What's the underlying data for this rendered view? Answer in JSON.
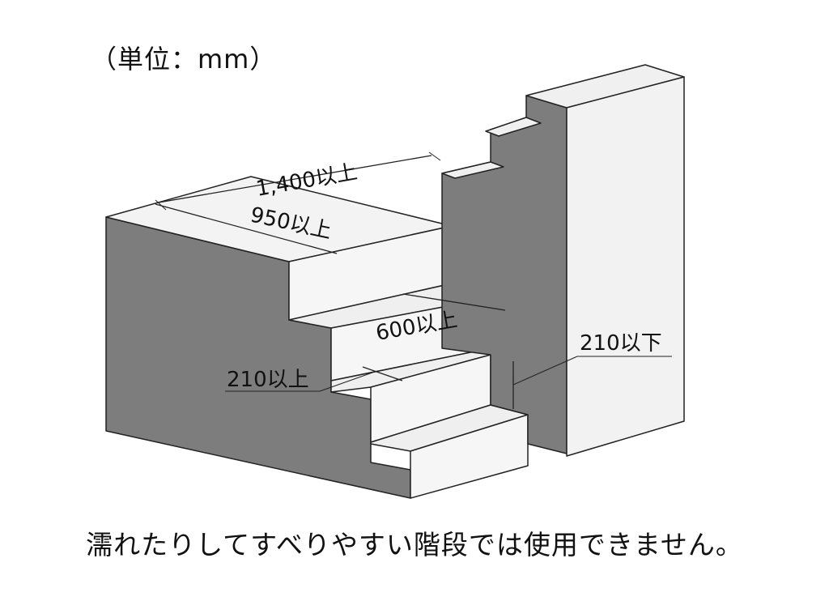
{
  "unit_label": "（単位：mm）",
  "dimensions": {
    "width_total": "1,400以上",
    "width_inner": "950以上",
    "tread_landing": "600以上",
    "tread": "210以上",
    "riser": "210以下"
  },
  "caption": "濡れたりしてすべりやすい階段では使用できません。",
  "colors": {
    "top_face": "#f3f3f3",
    "front_face": "#f6f6f6",
    "side_face": "#7d7d7d",
    "wall_front": "#f2f2f2",
    "outline": "#222222"
  }
}
